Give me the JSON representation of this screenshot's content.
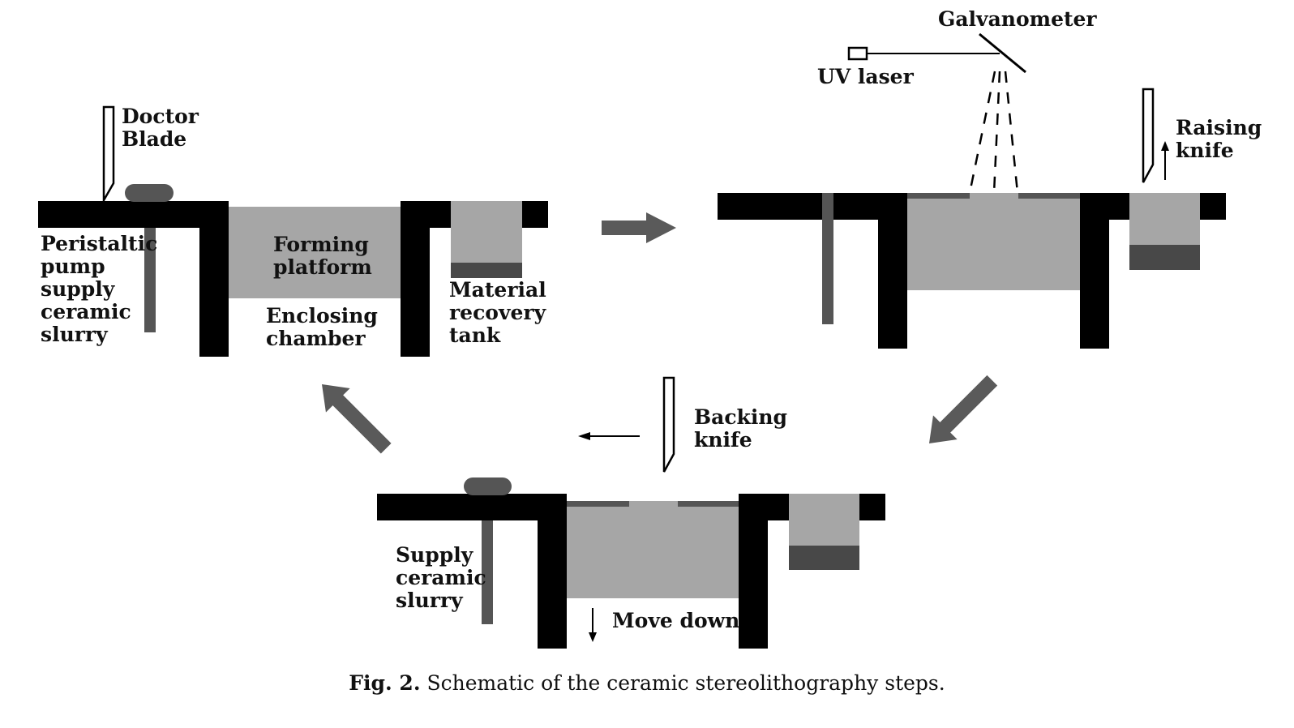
{
  "labels": {
    "doctor_blade": [
      "Doctor",
      "Blade"
    ],
    "peristaltic_pump": [
      "Peristaltic",
      "pump",
      "supply",
      "ceramic",
      "slurry"
    ],
    "forming_platform": [
      "Forming",
      "platform"
    ],
    "enclosing_chamber": [
      "Enclosing",
      "chamber"
    ],
    "material_recovery_tank": [
      "Material",
      "recovery",
      "tank"
    ],
    "galvanometer": "Galvanometer",
    "uv_laser": "UV laser",
    "raising_knife": [
      "Raising",
      "knife"
    ],
    "backing_knife": [
      "Backing",
      "knife"
    ],
    "supply_slurry": [
      "Supply",
      "ceramic",
      "slurry"
    ],
    "move_down": "Move down"
  },
  "caption": {
    "label": "Fig. 2.",
    "text": " Schematic of the ceramic stereolithography steps."
  },
  "colors": {
    "frame": "#000000",
    "slurry": "#a6a6a6",
    "dark_layer": "#484848",
    "arrow": "#5a5a5a"
  }
}
